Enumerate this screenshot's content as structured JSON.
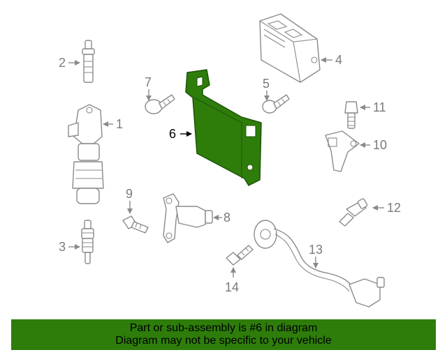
{
  "highlight_color": "#2e7d0b",
  "callouts": {
    "c1": "1",
    "c2": "2",
    "c3": "3",
    "c4": "4",
    "c5": "5",
    "c6": "6",
    "c7": "7",
    "c8": "8",
    "c9": "9",
    "c10": "10",
    "c11": "11",
    "c12": "12",
    "c13": "13",
    "c14": "14"
  },
  "highlighted_part": "6",
  "banner": {
    "line1": "Part or sub-assembly is #6 in diagram",
    "line2": "Diagram may not be specific to your vehicle"
  }
}
